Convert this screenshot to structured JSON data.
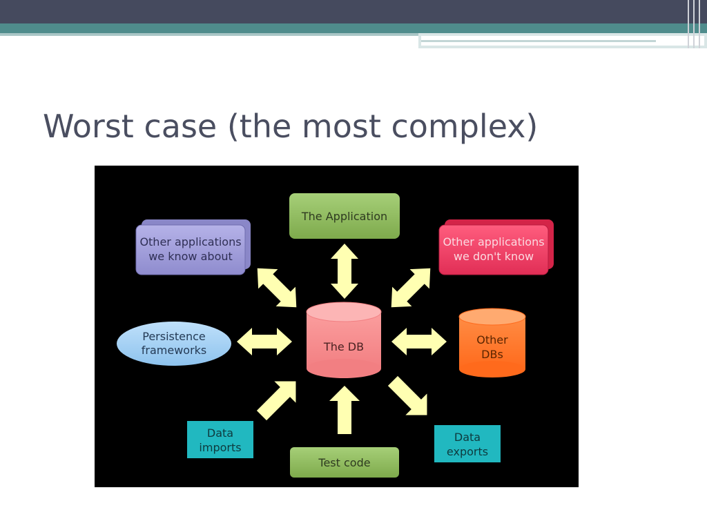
{
  "slide": {
    "title": "Worst case (the most complex)"
  },
  "diagram": {
    "center": "The DB",
    "nodes": {
      "application": "The Application",
      "known_apps": [
        "Other applications",
        "we know about"
      ],
      "unknown_apps": [
        "Other applications",
        "we don't know"
      ],
      "persistence": [
        "Persistence",
        "frameworks"
      ],
      "other_dbs": [
        "Other",
        "DBs"
      ],
      "data_imports": [
        "Data",
        "imports"
      ],
      "data_exports": [
        "Data",
        "exports"
      ],
      "test_code": "Test code"
    },
    "colors": {
      "application": "#8db85a",
      "known_apps": "#9a97d4",
      "unknown_apps": "#f0365e",
      "persistence": "#9ecdf2",
      "db": "#f58a8c",
      "other_dbs": "#ff7a30",
      "data_box": "#21b8c0",
      "test_code": "#8db85a",
      "arrow": "#ffffb2"
    }
  }
}
